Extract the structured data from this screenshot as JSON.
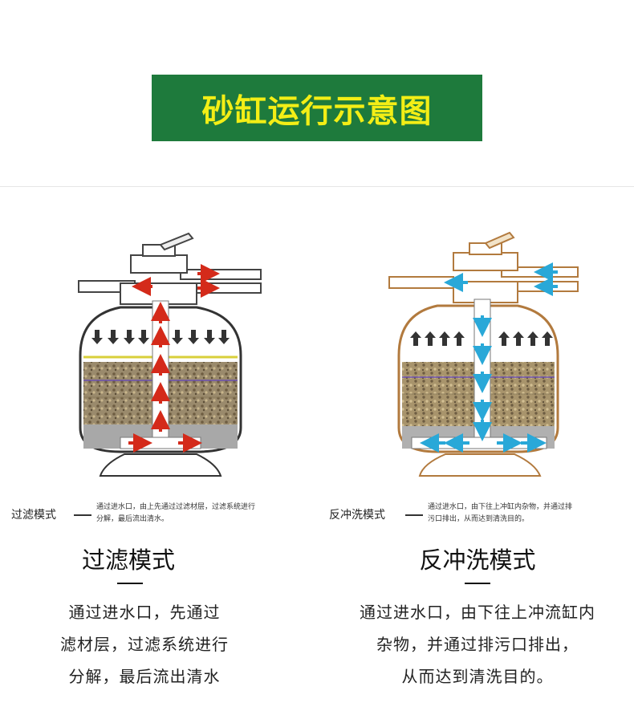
{
  "header": {
    "title": "砂缸运行示意图"
  },
  "colors": {
    "banner_bg": "#1e7a3c",
    "banner_text": "#f3ee16",
    "filter_arrow": "#d42a1a",
    "backwash_arrow": "#29a8d8",
    "tank_outline_left": "#333333",
    "tank_outline_right": "#b27a3e"
  },
  "panels": [
    {
      "caption_label": "过滤模式",
      "caption_lines": [
        "通过进水口，由上先通过过滤材层，过滤系统进行",
        "分解，最后流出清水。"
      ],
      "mode_title": "过滤模式",
      "mode_lines": [
        "通过进水口，先通过",
        "滤材层，过滤系统进行",
        "分解，最后流出清水"
      ]
    },
    {
      "caption_label": "反冲洗模式",
      "caption_lines": [
        "通过进水口，由下往上冲缸内杂物，并通过排",
        "污口排出，从而达到清洗目的。"
      ],
      "mode_title": "反冲洗模式",
      "mode_lines": [
        "通过进水口，由下往上冲流缸内",
        "杂物，并通过排污口排出，",
        "从而达到清洗目的。"
      ]
    }
  ]
}
